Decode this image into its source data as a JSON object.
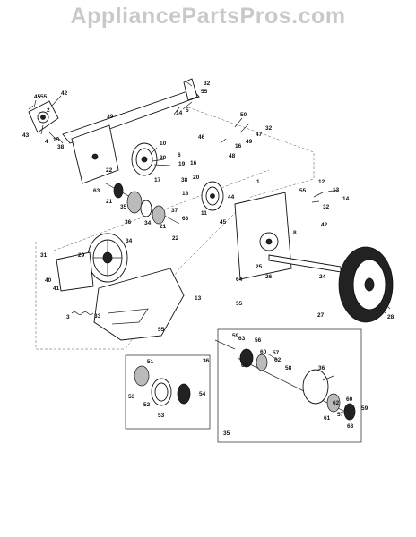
{
  "watermark": "AppliancePartsPros.com",
  "callouts": [
    {
      "id": "c1",
      "text": "1"
    },
    {
      "id": "c2",
      "text": "2"
    },
    {
      "id": "c3",
      "text": "3"
    },
    {
      "id": "c4",
      "text": "4"
    },
    {
      "id": "c5",
      "text": "5"
    },
    {
      "id": "c6",
      "text": "6"
    },
    {
      "id": "c8",
      "text": "8"
    },
    {
      "id": "c10",
      "text": "10"
    },
    {
      "id": "c11",
      "text": "11"
    },
    {
      "id": "c12",
      "text": "12"
    },
    {
      "id": "c13a",
      "text": "13"
    },
    {
      "id": "c13b",
      "text": "13"
    },
    {
      "id": "c14a",
      "text": "14"
    },
    {
      "id": "c14b",
      "text": "14"
    },
    {
      "id": "c15",
      "text": "15"
    },
    {
      "id": "c16a",
      "text": "16"
    },
    {
      "id": "c16b",
      "text": "16"
    },
    {
      "id": "c17",
      "text": "17"
    },
    {
      "id": "c18",
      "text": "18"
    },
    {
      "id": "c19",
      "text": "19"
    },
    {
      "id": "c20a",
      "text": "20"
    },
    {
      "id": "c20b",
      "text": "20"
    },
    {
      "id": "c21a",
      "text": "21"
    },
    {
      "id": "c21b",
      "text": "21"
    },
    {
      "id": "c22a",
      "text": "22"
    },
    {
      "id": "c22b",
      "text": "22"
    },
    {
      "id": "c24",
      "text": "24"
    },
    {
      "id": "c25",
      "text": "25"
    },
    {
      "id": "c26",
      "text": "26"
    },
    {
      "id": "c27",
      "text": "27"
    },
    {
      "id": "c28",
      "text": "28"
    },
    {
      "id": "c29",
      "text": "29"
    },
    {
      "id": "c31",
      "text": "31"
    },
    {
      "id": "c32a",
      "text": "32"
    },
    {
      "id": "c32b",
      "text": "32"
    },
    {
      "id": "c32c",
      "text": "32"
    },
    {
      "id": "c33",
      "text": "33"
    },
    {
      "id": "c34a",
      "text": "34"
    },
    {
      "id": "c34b",
      "text": "34"
    },
    {
      "id": "c35a",
      "text": "35"
    },
    {
      "id": "c35b",
      "text": "35"
    },
    {
      "id": "c36a",
      "text": "36"
    },
    {
      "id": "c36b",
      "text": "36"
    },
    {
      "id": "c36c",
      "text": "36"
    },
    {
      "id": "c37",
      "text": "37"
    },
    {
      "id": "c38a",
      "text": "38"
    },
    {
      "id": "c38b",
      "text": "38"
    },
    {
      "id": "c39",
      "text": "39"
    },
    {
      "id": "c40",
      "text": "40"
    },
    {
      "id": "c41",
      "text": "41"
    },
    {
      "id": "c42a",
      "text": "42"
    },
    {
      "id": "c42b",
      "text": "42"
    },
    {
      "id": "c43",
      "text": "43"
    },
    {
      "id": "c44",
      "text": "44"
    },
    {
      "id": "c45a",
      "text": "45"
    },
    {
      "id": "c45b",
      "text": "45"
    },
    {
      "id": "c46",
      "text": "46"
    },
    {
      "id": "c47",
      "text": "47"
    },
    {
      "id": "c48",
      "text": "48"
    },
    {
      "id": "c49",
      "text": "49"
    },
    {
      "id": "c50",
      "text": "50"
    },
    {
      "id": "c51",
      "text": "51"
    },
    {
      "id": "c52",
      "text": "52"
    },
    {
      "id": "c53a",
      "text": "53"
    },
    {
      "id": "c53b",
      "text": "53"
    },
    {
      "id": "c54",
      "text": "54"
    },
    {
      "id": "c55a",
      "text": "55"
    },
    {
      "id": "c55b",
      "text": "55"
    },
    {
      "id": "c55c",
      "text": "55"
    },
    {
      "id": "c55d",
      "text": "55"
    },
    {
      "id": "c55e",
      "text": "55"
    },
    {
      "id": "c56",
      "text": "56"
    },
    {
      "id": "c57a",
      "text": "57"
    },
    {
      "id": "c57b",
      "text": "57"
    },
    {
      "id": "c58",
      "text": "58"
    },
    {
      "id": "c59a",
      "text": "59"
    },
    {
      "id": "c59b",
      "text": "59"
    },
    {
      "id": "c60a",
      "text": "60"
    },
    {
      "id": "c60b",
      "text": "60"
    },
    {
      "id": "c61a",
      "text": "61"
    },
    {
      "id": "c61b",
      "text": "61"
    },
    {
      "id": "c62a",
      "text": "62"
    },
    {
      "id": "c62b",
      "text": "62"
    },
    {
      "id": "c63a",
      "text": "63"
    },
    {
      "id": "c63b",
      "text": "63"
    },
    {
      "id": "c63c",
      "text": "63"
    },
    {
      "id": "c63d",
      "text": "63"
    },
    {
      "id": "c64",
      "text": "64"
    }
  ]
}
